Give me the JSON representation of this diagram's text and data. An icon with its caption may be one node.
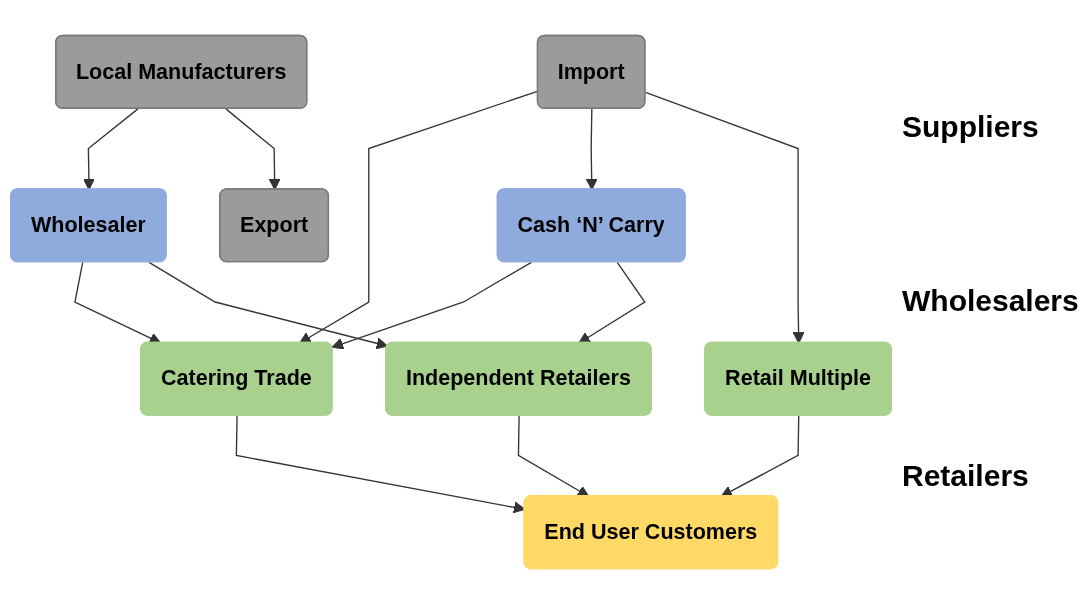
{
  "diagram": {
    "nodes": [
      {
        "text": [
          "Export"
        ]
      },
      {
        "text": [
          "Local Manufacturers"
        ]
      },
      {
        "text": [
          "Import"
        ]
      },
      {
        "text": [
          "Wholesaler"
        ]
      },
      {
        "text": [
          "Cash ‘N’ Carry"
        ]
      },
      {
        "text": [
          "Retail Multiple"
        ]
      },
      {
        "text": [
          "Independent Retailers"
        ]
      },
      {
        "text": [
          "Catering Trade"
        ]
      },
      {
        "text": [
          "End User Customers"
        ]
      }
    ],
    "edges": [
      {
        "from": 1,
        "to": 0,
        "arrow": "to"
      },
      {
        "from": 1,
        "to": 3,
        "arrow": "to"
      },
      {
        "from": 2,
        "to": 5,
        "arrow": "to"
      },
      {
        "from": 2,
        "to": 4,
        "arrow": "to"
      },
      {
        "from": 2,
        "to": 7,
        "arrow": "to"
      },
      {
        "from": 3,
        "to": 6,
        "arrow": "to"
      },
      {
        "from": 3,
        "to": 7,
        "arrow": "to"
      },
      {
        "from": 4,
        "to": 6,
        "arrow": "to"
      },
      {
        "from": 4,
        "to": 7,
        "arrow": "to"
      },
      {
        "from": 5,
        "to": 8,
        "arrow": "to"
      },
      {
        "from": 6,
        "to": 8,
        "arrow": "to"
      },
      {
        "from": 7,
        "to": 8,
        "arrow": "to"
      }
    ],
    "labels": [
      "Suppliers",
      "Wholesalers",
      "Retailers"
    ]
  }
}
